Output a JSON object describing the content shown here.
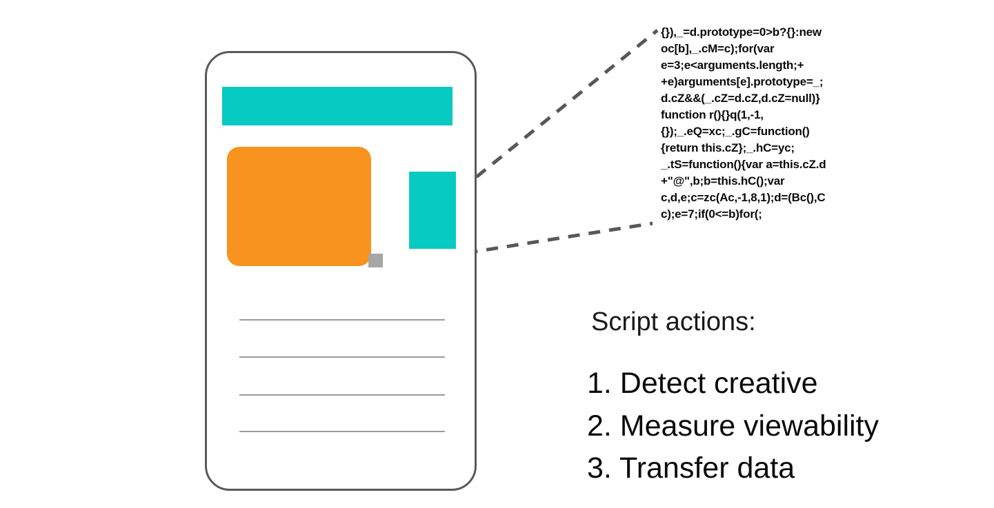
{
  "colors": {
    "teal": "#07CBC2",
    "orange": "#F7931E",
    "device_border": "#58595B",
    "dash_line": "#57585A",
    "tracking_pixel": "#A6A6A6",
    "placeholder_line": "#9B9B9B",
    "text": "#0A0A0A"
  },
  "code_callout": {
    "lines": [
      "{}),_=d.prototype=0>b?{}:new",
      "oc[b],_.cM=c);for(var",
      "e=3;e<arguments.length;+",
      "+e)arguments[e].prototype=_;",
      "d.cZ&&(_.cZ=d.cZ,d.cZ=null)}",
      "function r(){}q(1,-1,",
      "{});_.eQ=xc;_.gC=function()",
      "{return this.cZ};_.hC=yc;",
      "_.tS=function(){var a=this.cZ.d",
      "+\"@\",b;b=this.hC();var",
      "c,d,e;c=zc(Ac,-1,8,1);d=(Bc(),C",
      "c);e=7;if(0<=b)for(;"
    ]
  },
  "script_actions": {
    "heading": "Script actions:",
    "items": [
      "1. Detect creative",
      "2. Measure viewability",
      "3. Transfer data"
    ]
  }
}
